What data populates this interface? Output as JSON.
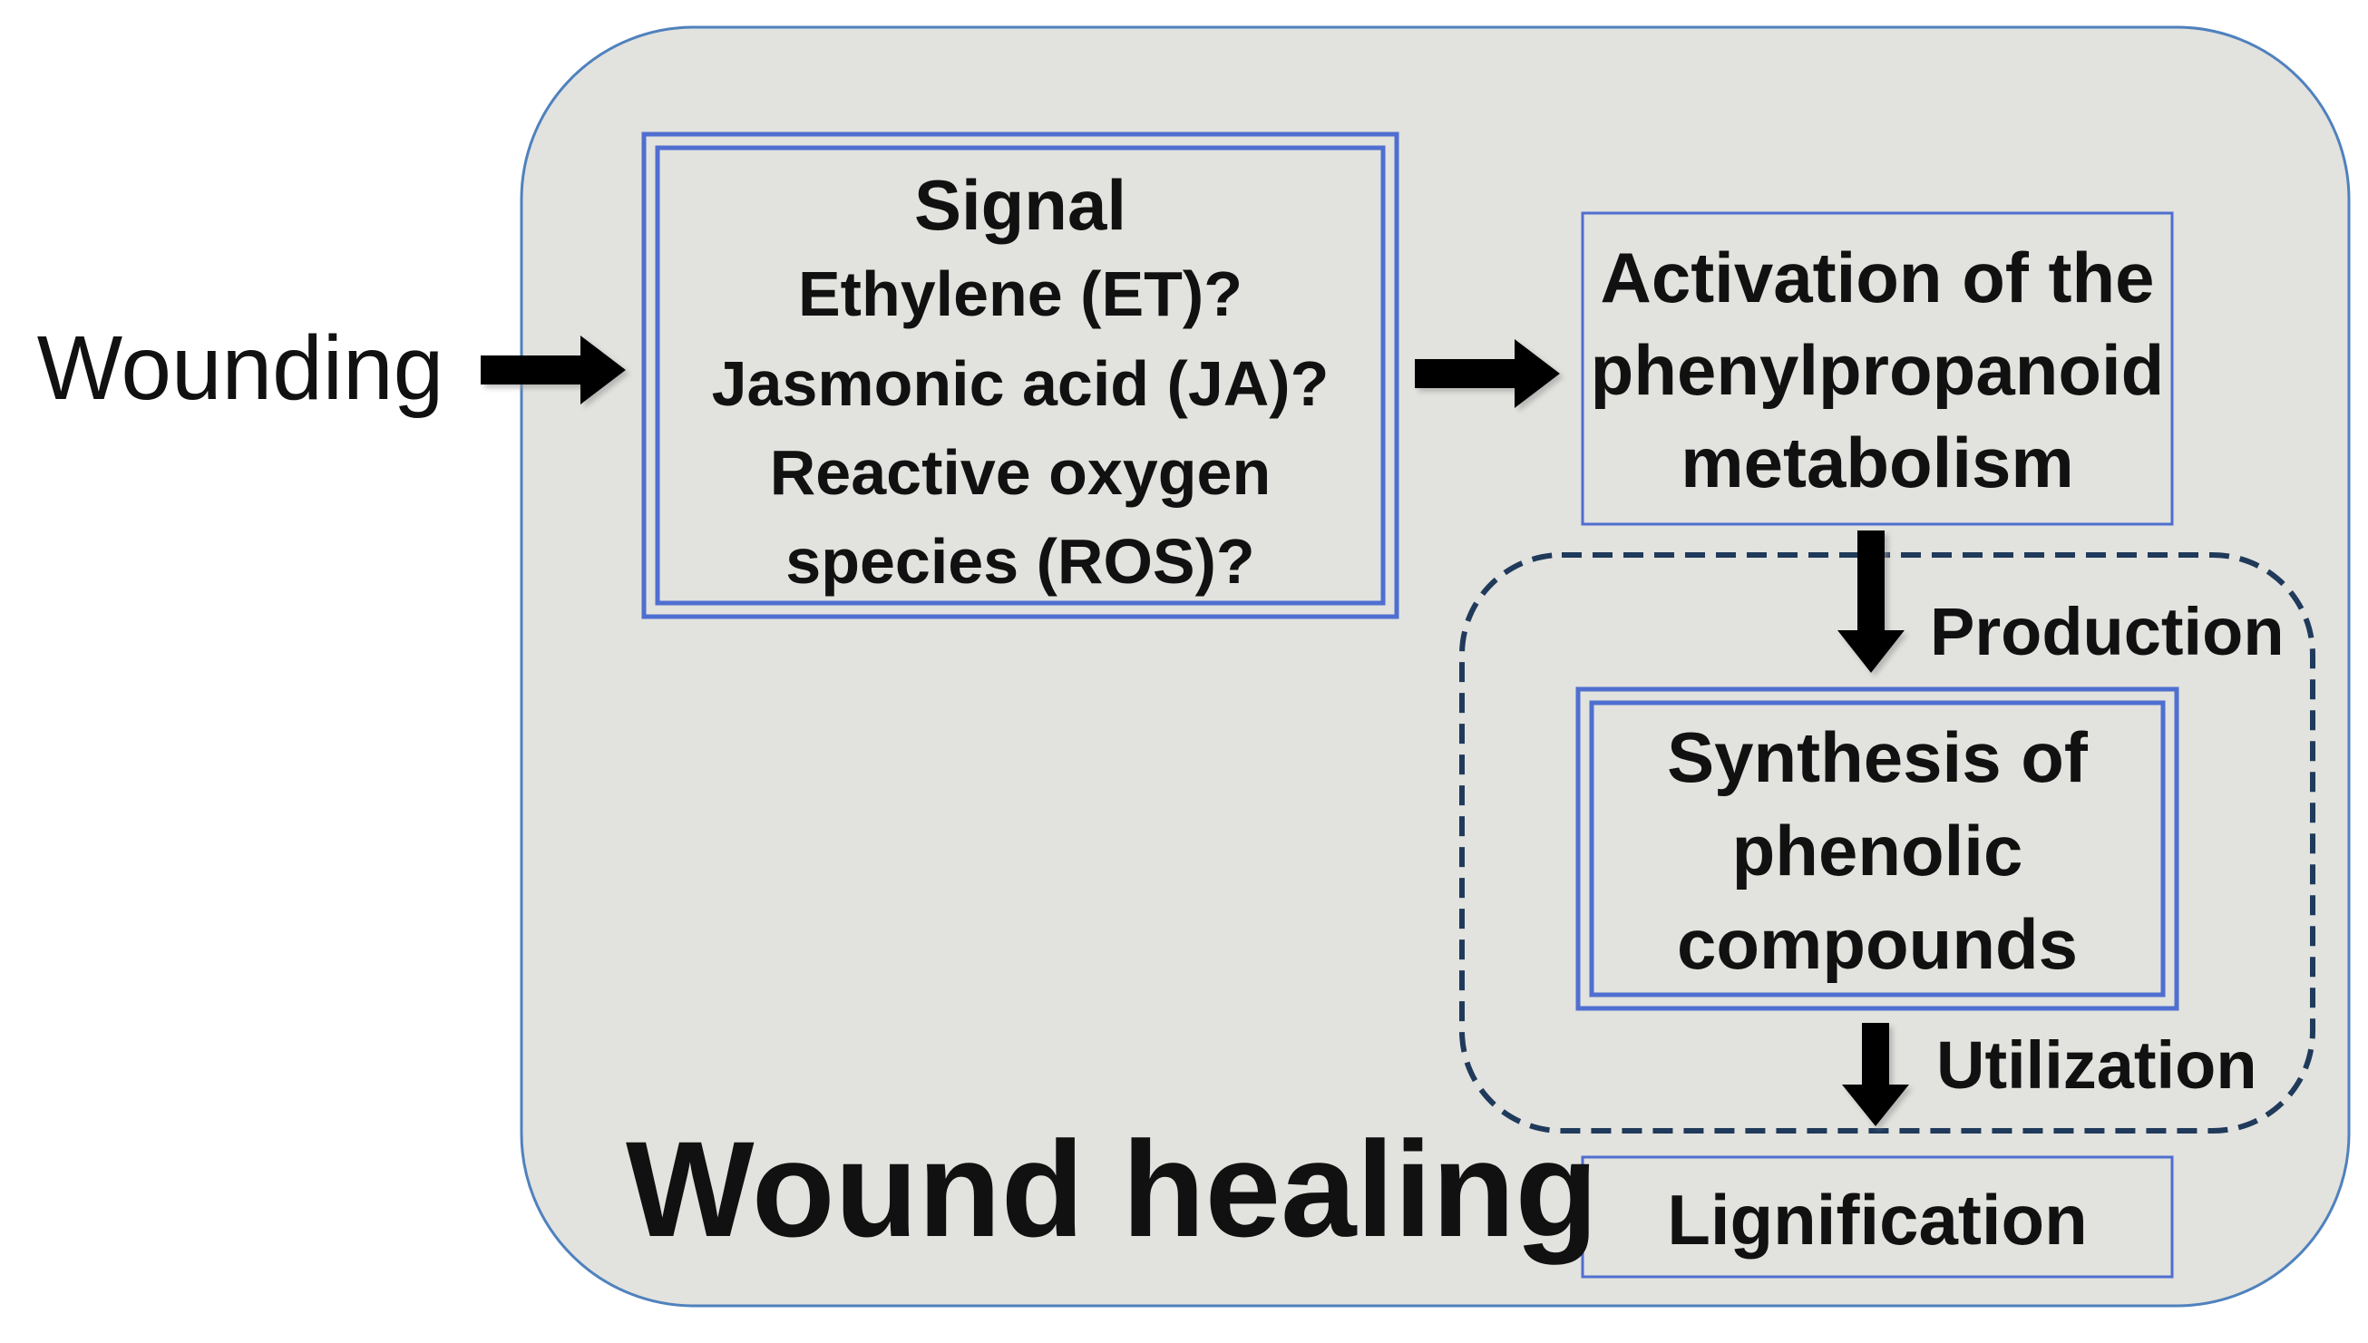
{
  "input": {
    "label": "Wounding"
  },
  "container": {
    "label": "Wound healing",
    "fill": "#e2e2de",
    "stroke": "#4f81bd"
  },
  "signal_box": {
    "title": "Signal",
    "lines": [
      "Ethylene (ET)?",
      "Jasmonic acid (JA)?",
      "Reactive oxygen",
      "species (ROS)?"
    ]
  },
  "activation_box": {
    "lines": [
      "Activation of the",
      "phenylpropanoid",
      "metabolism"
    ]
  },
  "synthesis_box": {
    "lines": [
      "Synthesis of",
      "phenolic",
      "compounds"
    ]
  },
  "lignification_box": {
    "label": "Lignification"
  },
  "edges": {
    "production": "Production",
    "utilization": "Utilization"
  },
  "colors": {
    "box_border": "#4f6fd0",
    "dashed_group": "#1f3a5a",
    "arrow": "#000000"
  }
}
